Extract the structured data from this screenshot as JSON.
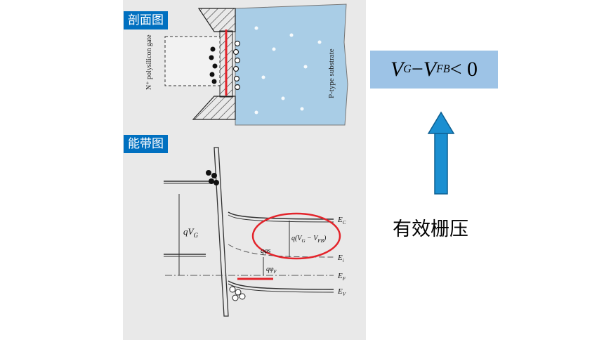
{
  "cross_section": {
    "tag": "剖面图",
    "gate_label": "N⁺ polysilicon gate",
    "substrate_label": "P-type substrate"
  },
  "band_diagram": {
    "tag": "能带图",
    "qVG": "qV",
    "qVG_sub": "G",
    "qVGVFB": "q(V",
    "qVGVFB_sub1": "G",
    "qVGVFB_mid": " − V",
    "qVGVFB_sub2": "FB",
    "qVGVFB_end": ")",
    "qphis": "qφs",
    "qphiF": "qφ",
    "qphiF_sub": "F",
    "Ec": "E",
    "Ec_sub": "C",
    "Ei": "E",
    "Ei_sub": "i",
    "Ef": "E",
    "Ef_sub": "F",
    "Ev": "E",
    "Ev_sub": "V"
  },
  "formula": {
    "V1": "V",
    "sub1": "G",
    "minus": " −",
    "V2": "V",
    "sub2": "FB",
    "rest": " < 0"
  },
  "caption": "有效栅压",
  "colors": {
    "tag_bg": "#0070c0",
    "formula_bg": "#9dc3e6",
    "arrow": "#1b8fd1",
    "highlight": "#e3242b"
  }
}
